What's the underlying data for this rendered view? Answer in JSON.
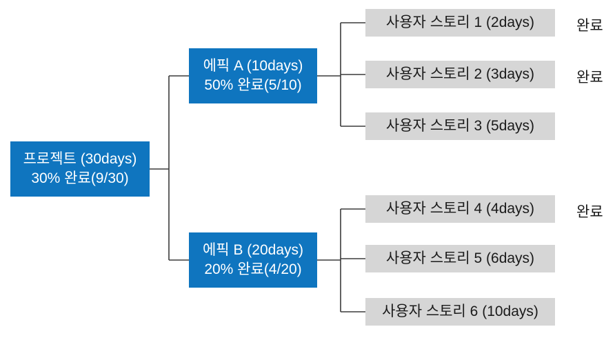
{
  "diagram": {
    "type": "tree-breakdown",
    "title_text": "",
    "colors": {
      "node_blue": "#0f75bf",
      "node_gray": "#d6d6d6",
      "connector": "#3a3a3a",
      "blue_text": "#ffffff",
      "gray_text": "#1a1a1a",
      "background": "#ffffff"
    },
    "root": {
      "line1": "프로젝트 (30days)",
      "line2": "30% 완료(9/30)",
      "name": "프로젝트",
      "duration": "30days",
      "progress_percent": 30,
      "progress_fraction": "9/30"
    },
    "epics": [
      {
        "line1": "에픽 A (10days)",
        "line2": "50% 완료(5/10)",
        "name": "에픽 A",
        "duration": "10days",
        "progress_percent": 50,
        "progress_fraction": "5/10"
      },
      {
        "line1": "에픽 B (20days)",
        "line2": "20% 완료(4/20)",
        "name": "에픽 B",
        "duration": "20days",
        "progress_percent": 20,
        "progress_fraction": "4/20"
      }
    ],
    "stories": [
      {
        "label": "사용자 스토리 1 (2days)",
        "name": "사용자 스토리 1",
        "duration": "2days",
        "status": "완료",
        "epic": "에픽 A"
      },
      {
        "label": "사용자 스토리 2 (3days)",
        "name": "사용자 스토리 2",
        "duration": "3days",
        "status": "완료",
        "epic": "에픽 A"
      },
      {
        "label": "사용자 스토리 3 (5days)",
        "name": "사용자 스토리 3",
        "duration": "5days",
        "status": "",
        "epic": "에픽 A"
      },
      {
        "label": "사용자 스토리 4 (4days)",
        "name": "사용자 스토리 4",
        "duration": "4days",
        "status": "완료",
        "epic": "에픽 B"
      },
      {
        "label": "사용자 스토리 5 (6days)",
        "name": "사용자 스토리 5",
        "duration": "6days",
        "status": "",
        "epic": "에픽 B"
      },
      {
        "label": "사용자 스토리 6 (10days)",
        "name": "사용자 스토리 6",
        "duration": "10days",
        "status": "",
        "epic": "에픽 B"
      }
    ]
  }
}
